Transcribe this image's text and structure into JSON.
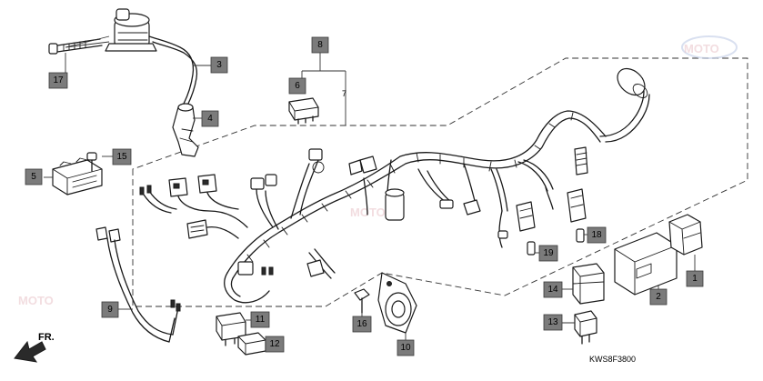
{
  "diagram": {
    "drawing_code": "KWS8F3800",
    "direction_label": "FR.",
    "bracket_label": "7",
    "watermark_text": "MOTO",
    "callouts": [
      "1",
      "2",
      "3",
      "4",
      "5",
      "6",
      "8",
      "9",
      "10",
      "11",
      "12",
      "13",
      "14",
      "15",
      "16",
      "17",
      "18",
      "19"
    ]
  }
}
